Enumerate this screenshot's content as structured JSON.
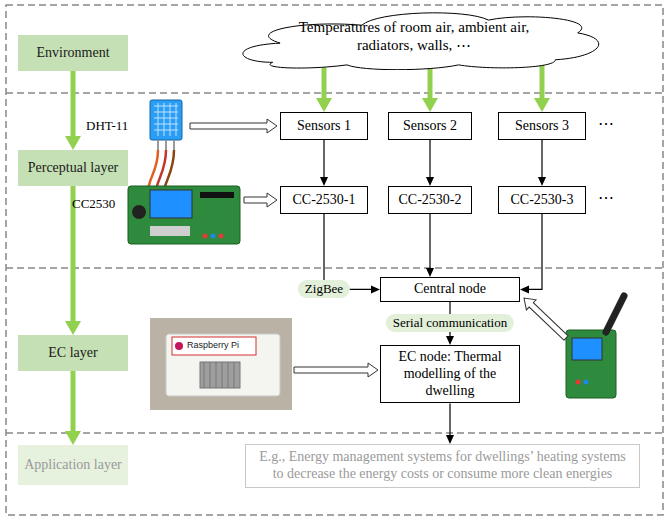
{
  "diagram": {
    "nodes": [
      {
        "text": [
          "Environment"
        ]
      },
      {
        "text": [
          "Perceptual layer"
        ]
      },
      {
        "text": [
          "EC layer"
        ]
      },
      {
        "text": [
          "Application layer"
        ]
      },
      {
        "text": [
          "Temperatures of room air, ambient air, radiators, walls, ⋯"
        ]
      },
      {
        "text": [
          "Sensors 1"
        ]
      },
      {
        "text": [
          "Sensors 2"
        ]
      },
      {
        "text": [
          "Sensors 3"
        ]
      },
      {
        "text": [
          "CC-2530-1"
        ]
      },
      {
        "text": [
          "CC-2530-2"
        ]
      },
      {
        "text": [
          "CC-2530-3"
        ]
      },
      {
        "text": [
          "Central node"
        ]
      },
      {
        "text": [
          "EC node: Thermal modelling of the dwelling"
        ]
      },
      {
        "text": [
          "E.g., Energy management systems for dwellings’ heating systems to decrease the energy costs or consume more clean energies"
        ]
      }
    ],
    "edges": [
      {
        "from": 0,
        "to": 1,
        "arrow": "to"
      },
      {
        "from": 1,
        "to": 2,
        "arrow": "to"
      },
      {
        "from": 2,
        "to": 3,
        "arrow": "to"
      },
      {
        "from": 4,
        "to": 5,
        "arrow": "to"
      },
      {
        "from": 4,
        "to": 6,
        "arrow": "to"
      },
      {
        "from": 4,
        "to": 7,
        "arrow": "to"
      },
      {
        "from": 5,
        "to": 8,
        "arrow": "to"
      },
      {
        "from": 6,
        "to": 9,
        "arrow": "to"
      },
      {
        "from": 7,
        "to": 10,
        "arrow": "to"
      },
      {
        "from": 8,
        "to": 11,
        "label": "ZigBee",
        "arrow": "to"
      },
      {
        "from": 9,
        "to": 11,
        "arrow": "to"
      },
      {
        "from": 10,
        "to": 11,
        "arrow": "to"
      },
      {
        "from": 11,
        "to": 12,
        "label": "Serial communication",
        "arrow": "to"
      },
      {
        "from": 12,
        "to": 13,
        "arrow": "to"
      }
    ],
    "labels": [
      "DHT-11",
      "CC2530",
      "⋯",
      "⋯",
      "Raspberry Pi"
    ]
  }
}
